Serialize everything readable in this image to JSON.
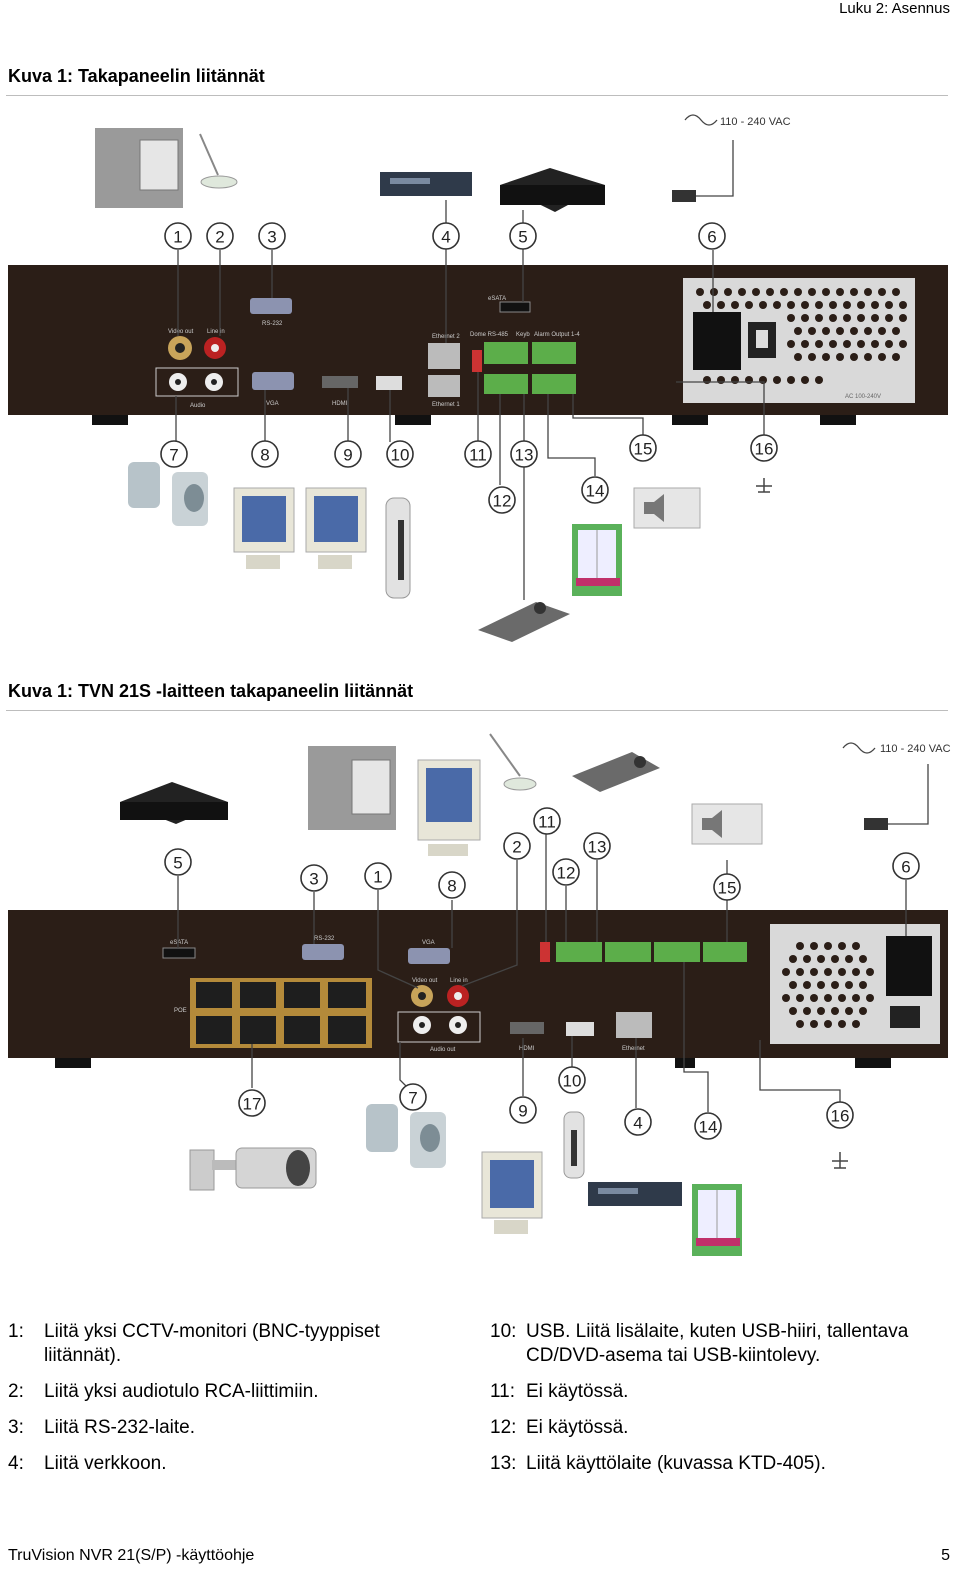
{
  "header": {
    "section": "Luku 2: Asennus"
  },
  "figure1": {
    "caption": "Kuva 1: Takapaneelin liitännät",
    "power_label": "110 - 240 VAC",
    "panel_labels": {
      "video_out": "Video out",
      "line_in": "Line in",
      "rs232": "RS-232",
      "audio": "Audio",
      "vga": "VGA",
      "hdmi": "HDMI",
      "esata": "eSATA",
      "ethernet2": "Ethernet 2",
      "ethernet1": "Ethernet 1",
      "dome": "Dome RS-485",
      "keyb": "Keyb",
      "alarm_output": "Alarm Output 1-4",
      "ac": "AC 100-240V"
    },
    "callouts_top": [
      "1",
      "2",
      "3",
      "4",
      "5",
      "6"
    ],
    "callouts_bottom": [
      "7",
      "8",
      "9",
      "10",
      "11",
      "12",
      "13",
      "14",
      "15",
      "16"
    ]
  },
  "figure2": {
    "caption": "Kuva 1: TVN 21S -laitteen takapaneelin liitännät",
    "power_label": "110 - 240 VAC",
    "panel_labels": {
      "esata": "eSATA",
      "rs232": "RS-232",
      "vga": "VGA",
      "poe": "POE",
      "video_out": "Video out",
      "line_in": "Line in",
      "audio_out": "Audio out",
      "hdmi": "HDMI",
      "ethernet": "Ethernet"
    },
    "callouts_top": [
      "5",
      "3",
      "1",
      "8",
      "2",
      "11",
      "12",
      "13",
      "15",
      "6"
    ],
    "callouts_bottom": [
      "17",
      "7",
      "9",
      "10",
      "4",
      "14",
      "16"
    ]
  },
  "legend": {
    "left": [
      {
        "num": "1:",
        "text": "Liitä yksi CCTV-monitori (BNC-tyyppiset liitännät)."
      },
      {
        "num": "2:",
        "text": "Liitä yksi audiotulo RCA-liittimiin."
      },
      {
        "num": "3:",
        "text": "Liitä RS-232-laite."
      },
      {
        "num": "4:",
        "text": "Liitä verkkoon."
      }
    ],
    "right": [
      {
        "num": "10:",
        "text": "USB. Liitä lisälaite, kuten USB-hiiri, tallentava CD/DVD-asema tai USB-kiintolevy."
      },
      {
        "num": "11:",
        "text": "Ei käytössä."
      },
      {
        "num": "12:",
        "text": "Ei käytössä."
      },
      {
        "num": "13:",
        "text": "Liitä käyttölaite (kuvassa KTD-405)."
      }
    ]
  },
  "footer": {
    "title": "TruVision NVR 21(S/P) -käyttöohje",
    "page": "5"
  }
}
